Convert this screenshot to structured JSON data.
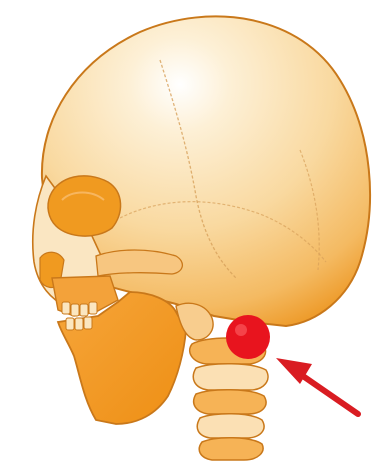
{
  "colors": {
    "background": "#ffffff",
    "bone_light": "#fbe3b6",
    "bone_mid": "#f4b45a",
    "bone_dark": "#ef9418",
    "outline": "#c9781a",
    "highlight_marker": "#e8141e",
    "arrow": "#d91c22"
  },
  "icons": {
    "skull": "skull-illustration",
    "marker": "red-dot-marker",
    "pointer": "arrow-pointer"
  }
}
